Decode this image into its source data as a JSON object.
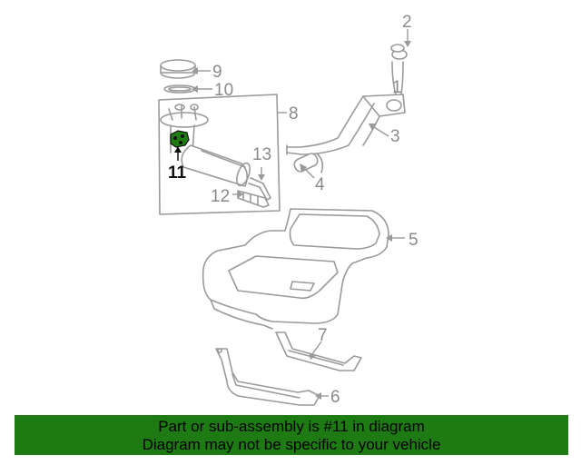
{
  "callouts": {
    "c1": "1",
    "c2": "2",
    "c3": "3",
    "c4": "4",
    "c5": "5",
    "c6": "6",
    "c7": "7",
    "c8": "8",
    "c9": "9",
    "c10": "10",
    "c11": "11",
    "c12": "12",
    "c13": "13"
  },
  "highlight": {
    "part": "11",
    "color": "#1e7a12"
  },
  "footer": {
    "line1": "Part or sub-assembly is #11 in diagram",
    "line2": "Diagram may not be specific to your vehicle",
    "background": "#1e7a12"
  }
}
